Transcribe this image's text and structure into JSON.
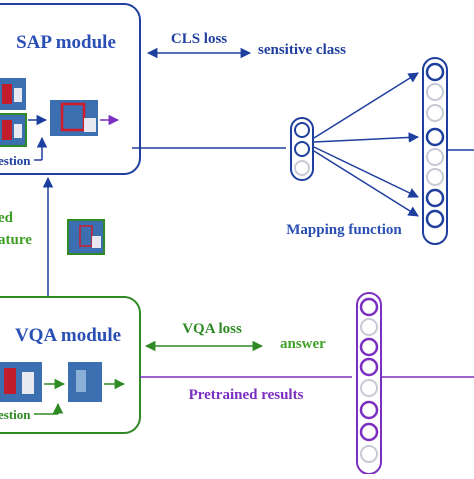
{
  "colors": {
    "blue": "#1f3f9e",
    "blue_label": "#2a4fb5",
    "green": "#2f8a24",
    "green_label": "#3fa028",
    "purple": "#7b2fc0",
    "circle_light": "#c9c9d6"
  },
  "sap": {
    "title": "SAP module",
    "question_label": "estion"
  },
  "vqa": {
    "title": "VQA module",
    "question_label": "estion"
  },
  "cls": {
    "loss_label": "CLS loss",
    "output_label": "sensitive class"
  },
  "feature": {
    "line1": "ed",
    "line2": "ature"
  },
  "mapping": {
    "label": "Mapping function"
  },
  "vqa_head": {
    "loss_label": "VQA loss",
    "output_label": "answer",
    "results_label": "Pretrained results"
  },
  "icons": {
    "thumbnail": "image-thumbnail-icon",
    "neuron": "neuron-circle-icon",
    "arrow": "arrow-icon"
  }
}
